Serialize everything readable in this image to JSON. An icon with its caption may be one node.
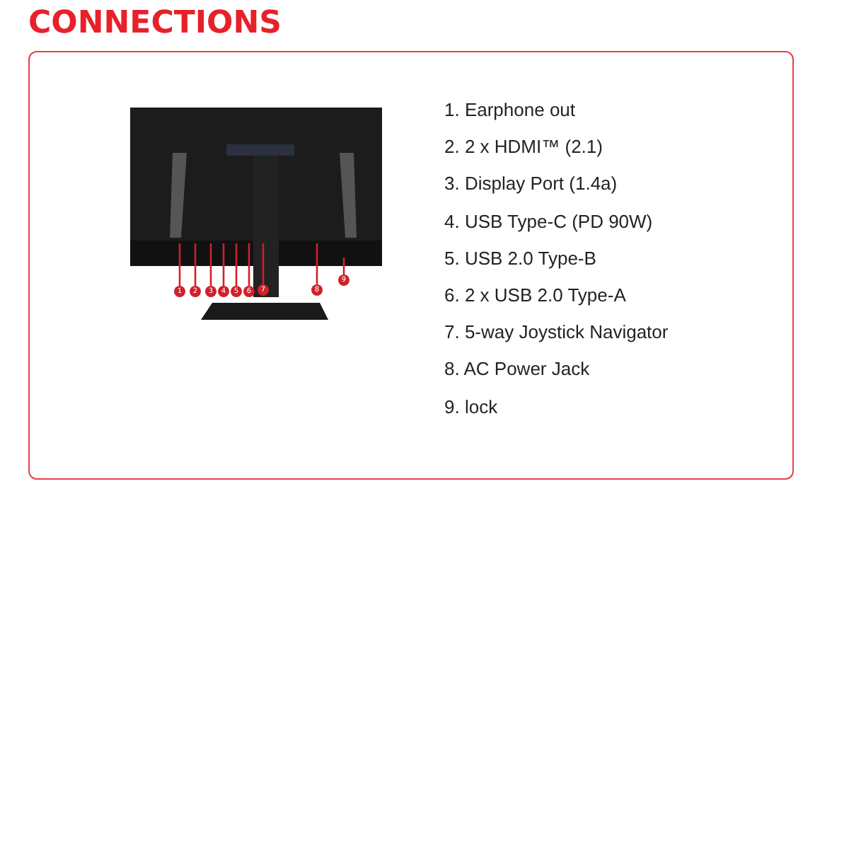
{
  "diagram": {
    "title": "CONNECTIONS",
    "nodes": [
      {
        "text": [
          "1"
        ]
      },
      {
        "text": [
          "2"
        ]
      },
      {
        "text": [
          "3"
        ]
      },
      {
        "text": [
          "4"
        ]
      },
      {
        "text": [
          "5"
        ]
      },
      {
        "text": [
          "6"
        ]
      },
      {
        "text": [
          "7"
        ]
      },
      {
        "text": [
          "8"
        ]
      },
      {
        "text": [
          "9"
        ]
      }
    ],
    "edges": [
      {
        "from": 0,
        "to": null,
        "arrow": "none"
      },
      {
        "from": 1,
        "to": null,
        "arrow": "none"
      },
      {
        "from": 2,
        "to": null,
        "arrow": "none"
      },
      {
        "from": 3,
        "to": null,
        "arrow": "none"
      },
      {
        "from": 4,
        "to": null,
        "arrow": "none"
      },
      {
        "from": 5,
        "to": null,
        "arrow": "none"
      },
      {
        "from": 6,
        "to": null,
        "arrow": "none"
      },
      {
        "from": 7,
        "to": null,
        "arrow": "none"
      },
      {
        "from": 8,
        "to": null,
        "arrow": "none"
      }
    ],
    "labels": [
      "1. Earphone out",
      "2. 2 x HDMI™ (2.1)",
      "3. Display Port (1.4a)",
      "4. USB Type-C (PD 90W)",
      "5. USB 2.0 Type-B",
      "6. 2 x USB 2.0 Type-A",
      "7. 5-way Joystick Navigator",
      "8. AC Power Jack",
      "9. lock"
    ]
  }
}
